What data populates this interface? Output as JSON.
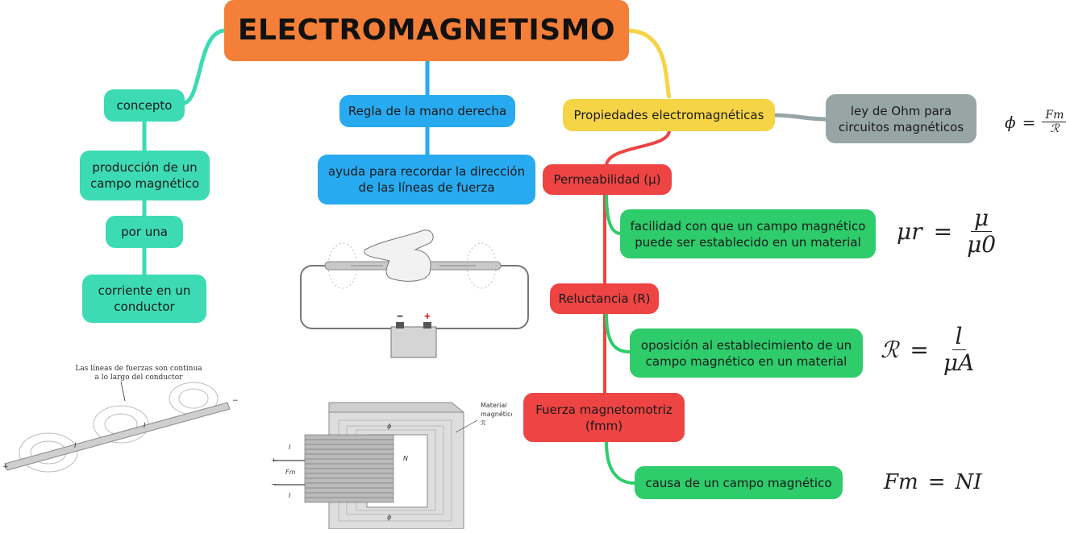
{
  "title": "ELECTROMAGNETISMO",
  "colors": {
    "title_bg": "#f47f38",
    "teal": "#3ddbb4",
    "blue": "#28aaf0",
    "yellow": "#f5d446",
    "red": "#ee4444",
    "green": "#2ecc6b",
    "gray": "#97a5a5"
  },
  "left_branch": {
    "concept": "concepto",
    "production": "producción de un campo magnético",
    "by_a": "por una",
    "current": "corriente en un conductor"
  },
  "middle_branch": {
    "rule": "Regla de la mano derecha",
    "help": "ayuda para recordar la dirección de las líneas de fuerza"
  },
  "right_branch": {
    "properties": "Propiedades electromagnéticas",
    "ohm": "ley de Ohm para circuitos magnéticos",
    "permeability": "Permeabilidad (μ)",
    "permeability_desc": "facilidad con que un campo magnético puede ser establecido en un material",
    "reluctance": "Reluctancia (R)",
    "reluctance_desc": "oposición al establecimiento de un campo magnético en un material",
    "mmf": "Fuerza magnetomotriz (fmm)",
    "mmf_desc": "causa de un campo magnético"
  },
  "formulas": {
    "ohm": {
      "lhs": "ϕ",
      "eq": "=",
      "num": "Fm",
      "den": "ℛ"
    },
    "permeability": {
      "lhs": "μr",
      "eq": "=",
      "num": "μ",
      "den": "μ0"
    },
    "reluctance": {
      "lhs": "ℛ",
      "eq": "=",
      "num": "l",
      "den": "μA"
    },
    "mmf": {
      "lhs": "Fm",
      "eq": "=",
      "rhs": "NI"
    }
  },
  "illustrations": {
    "conductor_caption_1": "Las líneas de fuerzas son continua",
    "conductor_caption_2": "a lo largo del conductor",
    "conductor_current": "I",
    "battery_minus": "−",
    "battery_plus": "+",
    "core_material": "Material",
    "core_magnetic": "magnético",
    "core_reluctance": "ℛ",
    "core_flux": "ϕ",
    "core_turns": "N",
    "core_mmf": "Fm",
    "core_current": "I",
    "core_plus": "+",
    "core_minus": "−"
  }
}
